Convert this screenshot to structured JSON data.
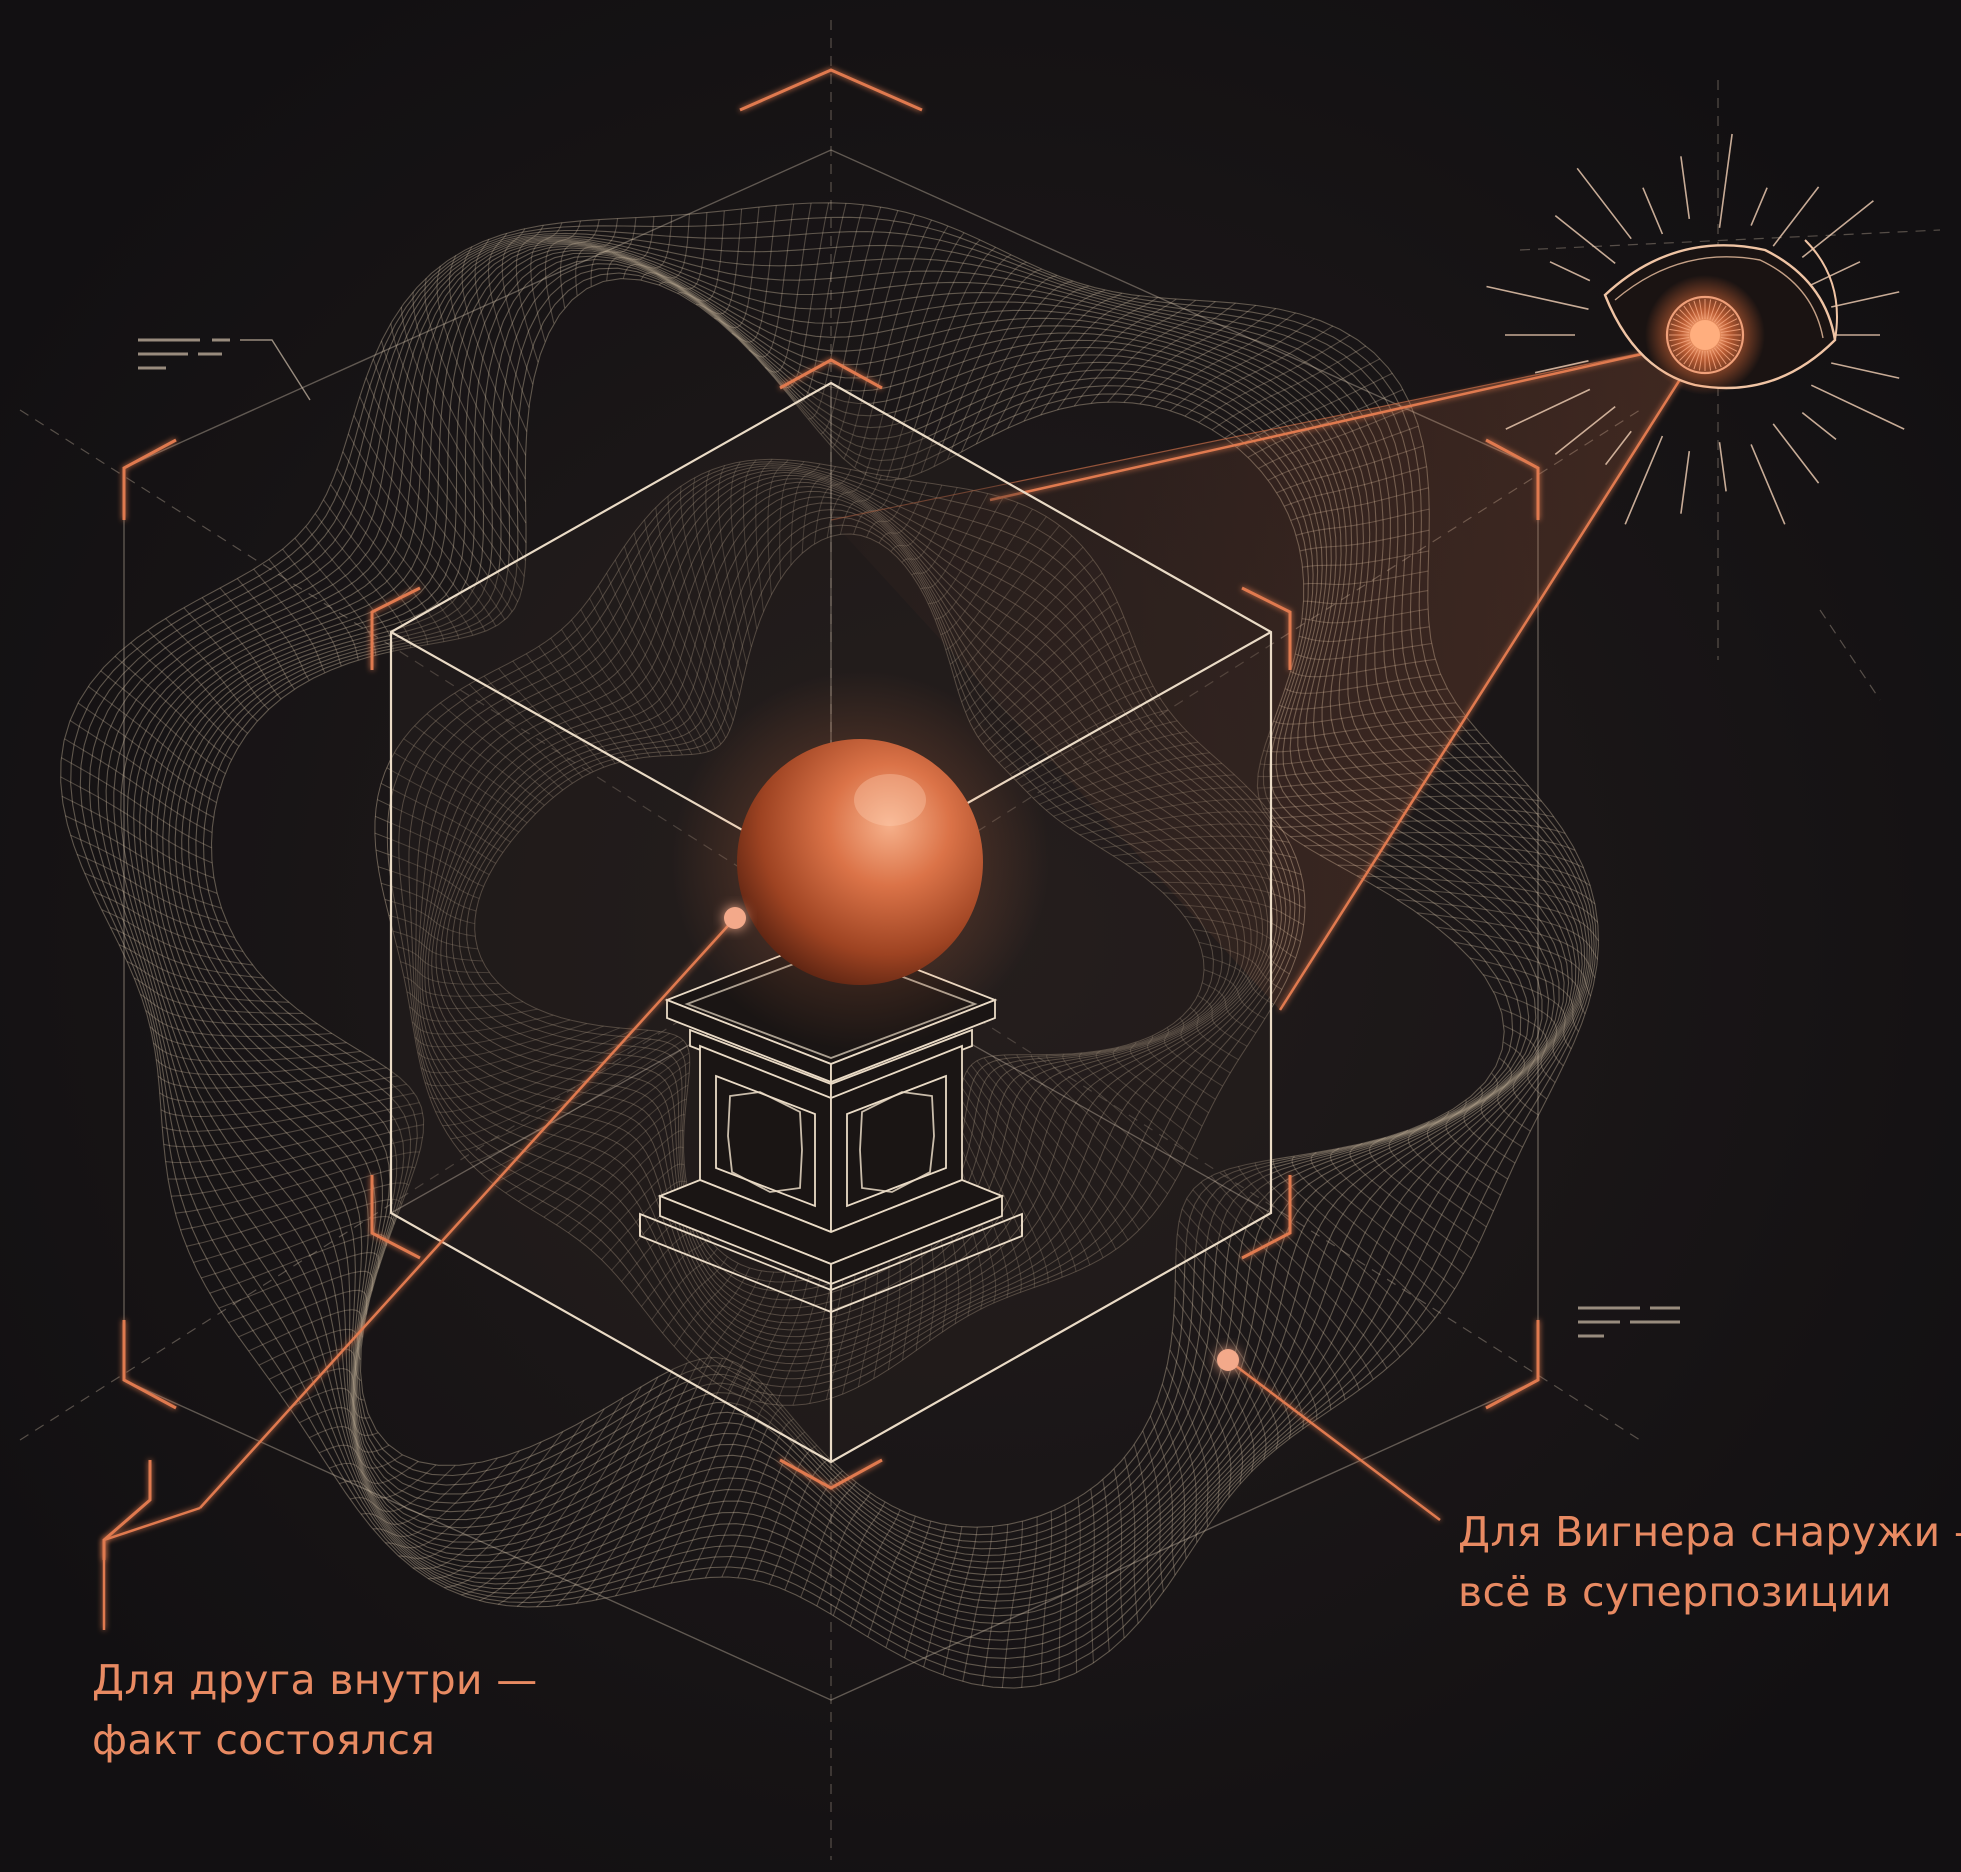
{
  "colors": {
    "background": "#141113",
    "accent": "#e07a4f",
    "accent_glow": "#ff8a55",
    "mesh": "#d8c4a8",
    "lines": "#e8d9c4",
    "text": "#e88a62"
  },
  "annotations": {
    "inside": {
      "line1": "Для друга внутри —",
      "line2": "факт состоялся"
    },
    "outside": {
      "line1": "Для Вигнера снаружи —",
      "line2": "всё в суперпозиции"
    }
  },
  "icons": {
    "observer": "eye-icon",
    "system": "sphere-icon",
    "stand": "pedestal-icon"
  }
}
